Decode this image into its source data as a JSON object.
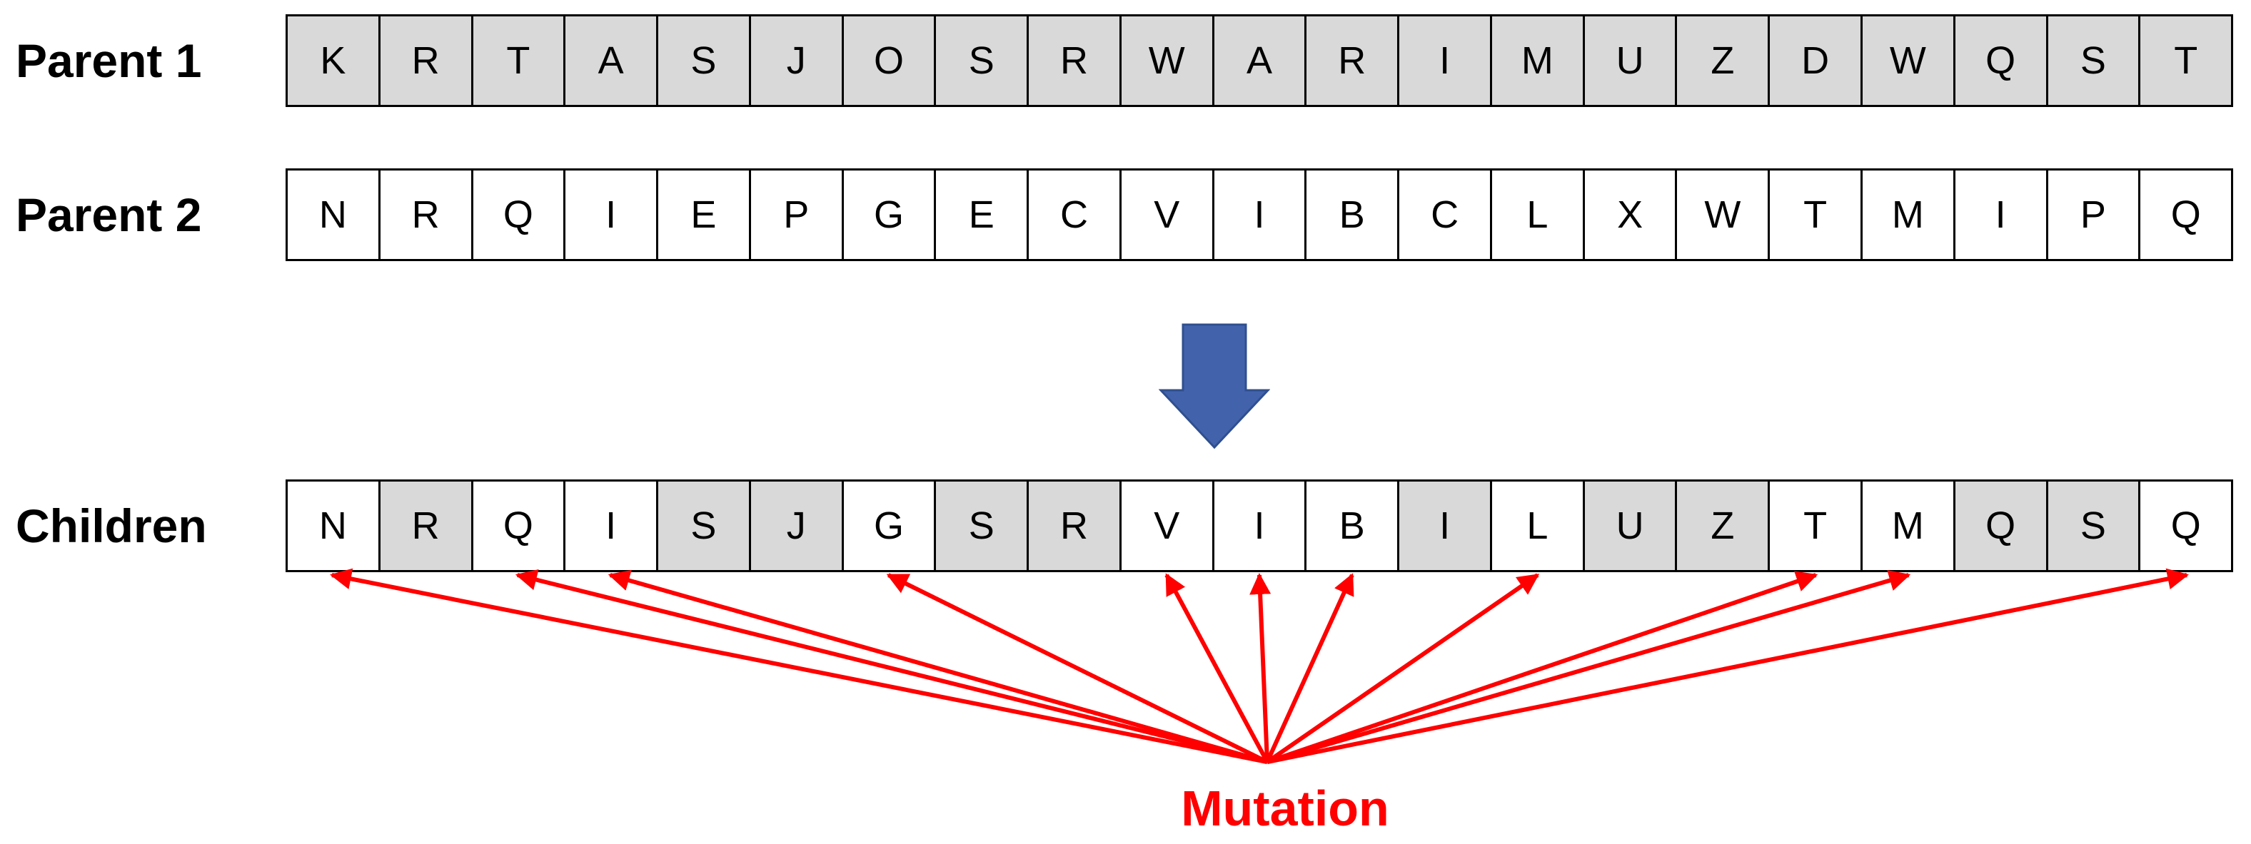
{
  "rows": {
    "parent1": {
      "label": "Parent 1",
      "genes": [
        "K",
        "R",
        "T",
        "A",
        "S",
        "J",
        "O",
        "S",
        "R",
        "W",
        "A",
        "R",
        "I",
        "M",
        "U",
        "Z",
        "D",
        "W",
        "Q",
        "S",
        "T"
      ]
    },
    "parent2": {
      "label": "Parent 2",
      "genes": [
        "N",
        "R",
        "Q",
        "I",
        "E",
        "P",
        "G",
        "E",
        "C",
        "V",
        "I",
        "B",
        "C",
        "L",
        "X",
        "W",
        "T",
        "M",
        "I",
        "P",
        "Q"
      ]
    },
    "children": {
      "label": "Children",
      "genes": [
        "N",
        "R",
        "Q",
        "I",
        "S",
        "J",
        "G",
        "S",
        "R",
        "V",
        "I",
        "B",
        "I",
        "L",
        "U",
        "Z",
        "T",
        "M",
        "Q",
        "S",
        "Q"
      ],
      "source": [
        "p2",
        "p1",
        "p2",
        "p2",
        "p1",
        "p1",
        "p2",
        "p1",
        "p1",
        "p2",
        "p2",
        "p2",
        "p1",
        "p2",
        "p1",
        "p1",
        "p2",
        "p2",
        "p1",
        "p1",
        "p2"
      ]
    }
  },
  "mutation": {
    "label": "Mutation",
    "targets": [
      0,
      2,
      3,
      6,
      9,
      10,
      11,
      13,
      16,
      17,
      20
    ],
    "color": "#ff0000"
  },
  "colors": {
    "parent1_fill": "#d9d9d9",
    "parent2_fill": "#ffffff",
    "arrow_fill": "#4263ac",
    "arrow_stroke": "#2f4f8f"
  },
  "icons": {
    "transition": "down-arrow-icon"
  }
}
